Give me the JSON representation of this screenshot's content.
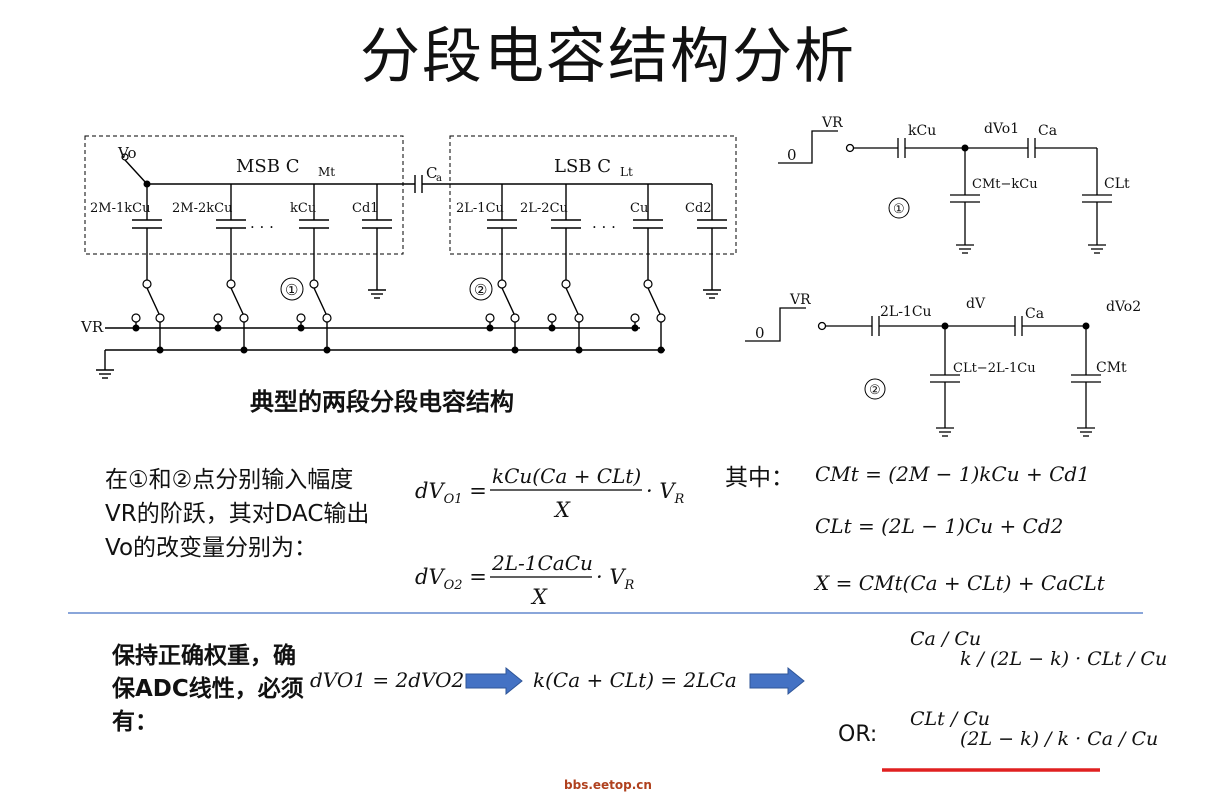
{
  "title": "分段电容结构分析",
  "caption": "典型的两段分段电容结构",
  "explain": "在①和②点分别输入幅度VR的阶跃，其对DAC输出Vo的改变量分别为：",
  "weight_note": "保持正确权重，确保ADC线性，必须有：",
  "where_label": "其中：",
  "or_label": "OR:",
  "footer": "bbs.eetop.cn",
  "circuit": {
    "vo": "Vo",
    "vr": "VR",
    "msb_label": "MSB  C",
    "msb_sub": "Mt",
    "lsb_label": "LSB  C",
    "lsb_sub": "Lt",
    "ca": "C",
    "ca_sub": "a",
    "msb_caps": [
      "2M-1kCu",
      "2M-2kCu",
      "kCu",
      "Cd1"
    ],
    "lsb_caps": [
      "2L-1Cu",
      "2L-2Cu",
      "Cu",
      "Cd2"
    ],
    "ellipsis": "· · ·",
    "node1": "①",
    "node2": "②"
  },
  "equiv1": {
    "vr": "VR",
    "step": "0",
    "kcu": "kCu",
    "dv": "dVo1",
    "ca": "Ca",
    "shunt": "CMt−kCu",
    "clt": "CLt",
    "node": "①"
  },
  "equiv2": {
    "vr": "VR",
    "step": "0",
    "c": "2L-1Cu",
    "dv": "dV",
    "ca": "Ca",
    "dv2": "dVo2",
    "shunt": "CLt−2L-1Cu",
    "cmt": "CMt",
    "node": "②"
  },
  "equations": {
    "dvo1_num": "kCu(Ca + CLt)",
    "dvo1_den": "X",
    "dvo2_num": "2L-1CaCu",
    "dvo2_den": "X",
    "cmt": "CMt = (2M − 1)kCu + Cd1",
    "clt": "CLt = (2L − 1)Cu + Cd2",
    "x": "X = CMt(Ca + CLt) + CaCLt",
    "cond1": "dVO1 = 2dVO2",
    "cond2": "k(Ca + CLt) = 2LCa",
    "ratio1_lhs": "Ca / Cu",
    "ratio1_rhs": "k / (2L − k) · CLt / Cu",
    "ratio2_lhs": "CLt / Cu",
    "ratio2_rhs": "(2L − k) / k · Ca / Cu"
  },
  "colors": {
    "arrow": "#4472c4",
    "divider": "#4472c4",
    "underline": "#e02020",
    "footer": "#b0411e"
  }
}
